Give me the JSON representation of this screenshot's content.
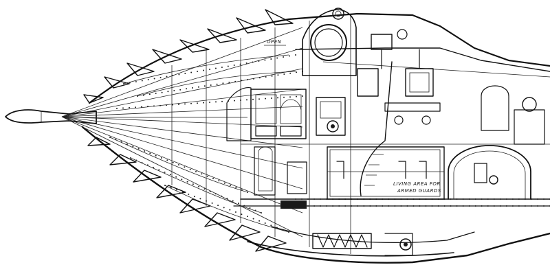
{
  "labels": {
    "open": "OPEN",
    "living_area_line1": "LIVING AREA FOR",
    "living_area_line2": "ARMED GUARDS"
  },
  "colors": {
    "ink": "#111111",
    "paper": "#ffffff"
  }
}
